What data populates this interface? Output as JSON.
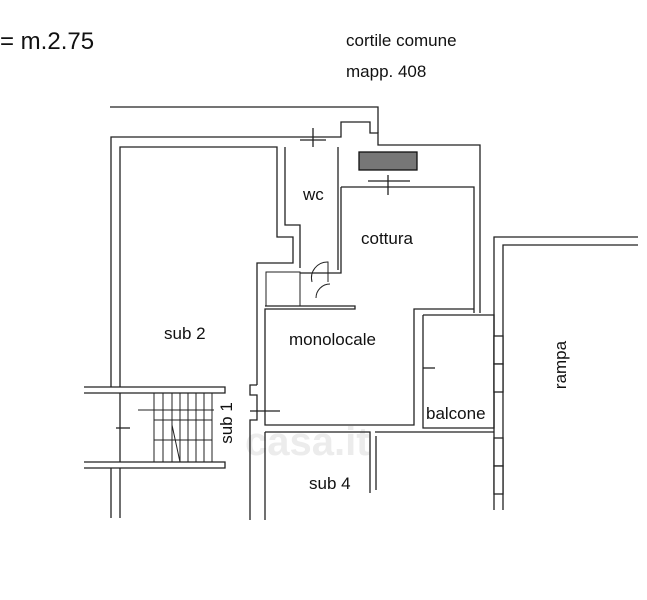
{
  "header": {
    "scale": "= m.2.75",
    "courtyard": "cortile  comune",
    "parcel": "mapp. 408"
  },
  "rooms": {
    "wc": "wc",
    "cottura": "cottura",
    "sub2": "sub 2",
    "monolocale": "monolocale",
    "sub1": "sub 1",
    "balcone": "balcone",
    "sub4": "sub 4",
    "rampa": "rampa"
  },
  "watermark": "casa.it"
}
